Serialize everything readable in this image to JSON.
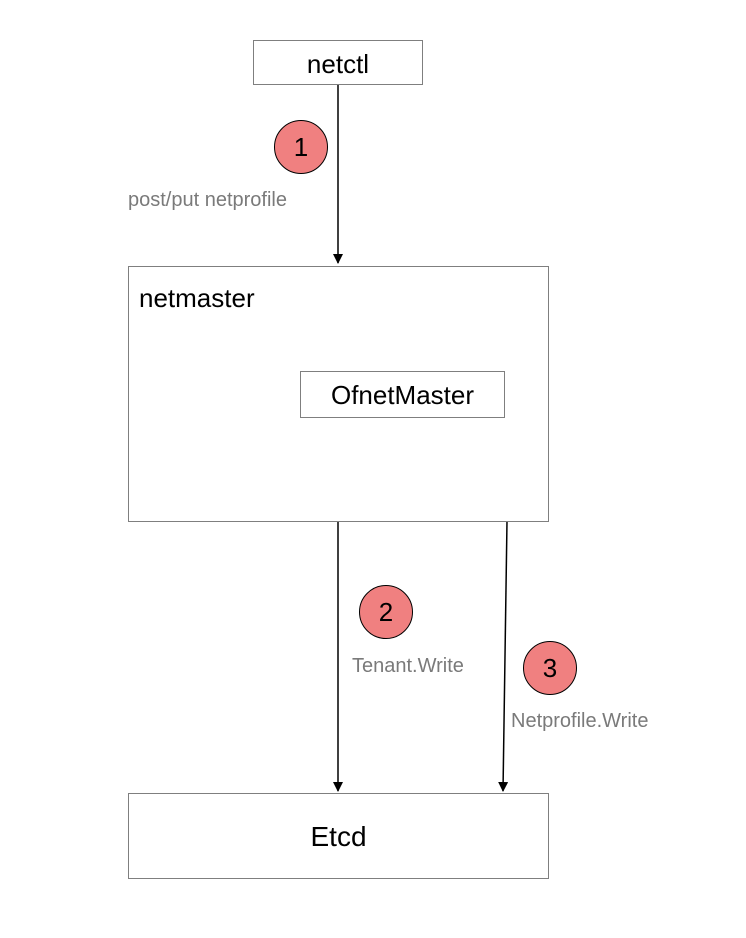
{
  "nodes": {
    "netctl": {
      "label": "netctl"
    },
    "netmaster": {
      "label": "netmaster"
    },
    "ofnet_master": {
      "label": "OfnetMaster"
    },
    "etcd": {
      "label": "Etcd"
    }
  },
  "steps": [
    {
      "number": "1",
      "label": "post/put netprofile"
    },
    {
      "number": "2",
      "label": "Tenant.Write"
    },
    {
      "number": "3",
      "label": "Netprofile.Write"
    }
  ],
  "colors": {
    "badge_fill": "#f08080",
    "box_border": "#7f7f7f",
    "edge_label": "#7a7a7a",
    "arrow": "#000000"
  }
}
